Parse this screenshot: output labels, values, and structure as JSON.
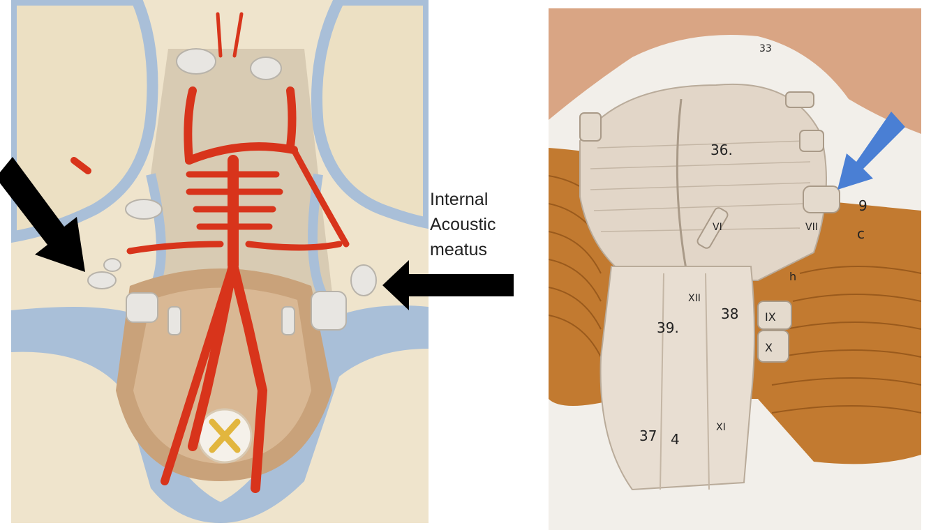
{
  "callout": {
    "line1": "Internal",
    "line2": "Acoustic",
    "line3": "meatus"
  },
  "model_labels": {
    "l36": "36.",
    "l38": "38",
    "l39": "39.",
    "l37": "37",
    "l4": "4",
    "l9": "9",
    "lc": "c",
    "l33": "33",
    "lIX": "IX",
    "lX": "X",
    "lXII": "XII",
    "lXI": "XI",
    "lVI": "VI",
    "lVII": "VII",
    "lh": "h"
  },
  "arrows": {
    "left_photo_arrow_color": "#000000",
    "callout_arrow_color": "#000000",
    "right_photo_arrow_color": "#4a7fd4"
  },
  "colors": {
    "dura_blue": "#a9bfd8",
    "artery_red": "#d8341b",
    "bone_cream": "#efe4cc",
    "cerebellum_orange": "#c27a30",
    "brainstem_beige": "#e2d6c8"
  }
}
